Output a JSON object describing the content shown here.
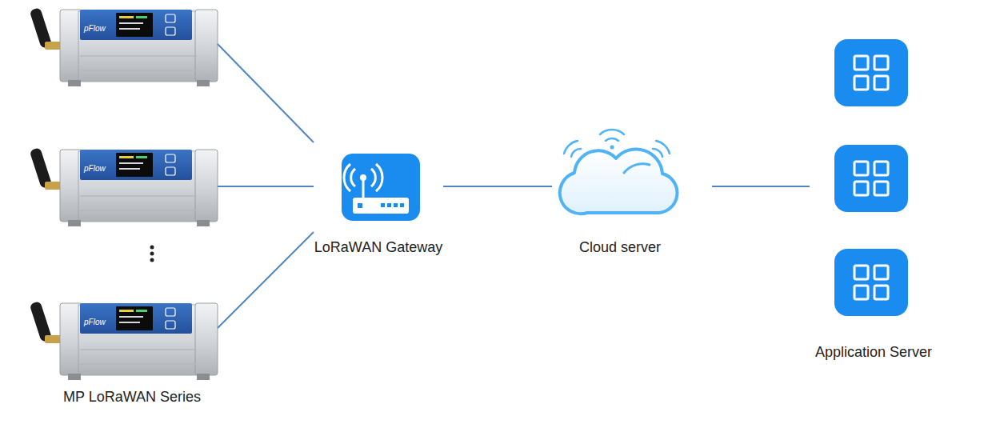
{
  "diagram": {
    "nodes": [
      {
        "text": [
          "pFlow"
        ]
      },
      {
        "text": [
          "pFlow"
        ]
      },
      {
        "text": [
          "pFlow"
        ]
      },
      {
        "text": [
          "LoRaWAN Gateway"
        ]
      },
      {
        "text": [
          "Cloud server"
        ]
      },
      {
        "text": [
          "Application Server"
        ]
      }
    ],
    "edges": [
      {
        "from": 0,
        "to": 3,
        "arrow": "none"
      },
      {
        "from": 1,
        "to": 3,
        "arrow": "none"
      },
      {
        "from": 2,
        "to": 3,
        "arrow": "none"
      },
      {
        "from": 3,
        "to": 4,
        "arrow": "none"
      },
      {
        "from": 4,
        "to": 5,
        "arrow": "none"
      }
    ],
    "labels": [
      "MP LoRaWAN Series"
    ]
  }
}
